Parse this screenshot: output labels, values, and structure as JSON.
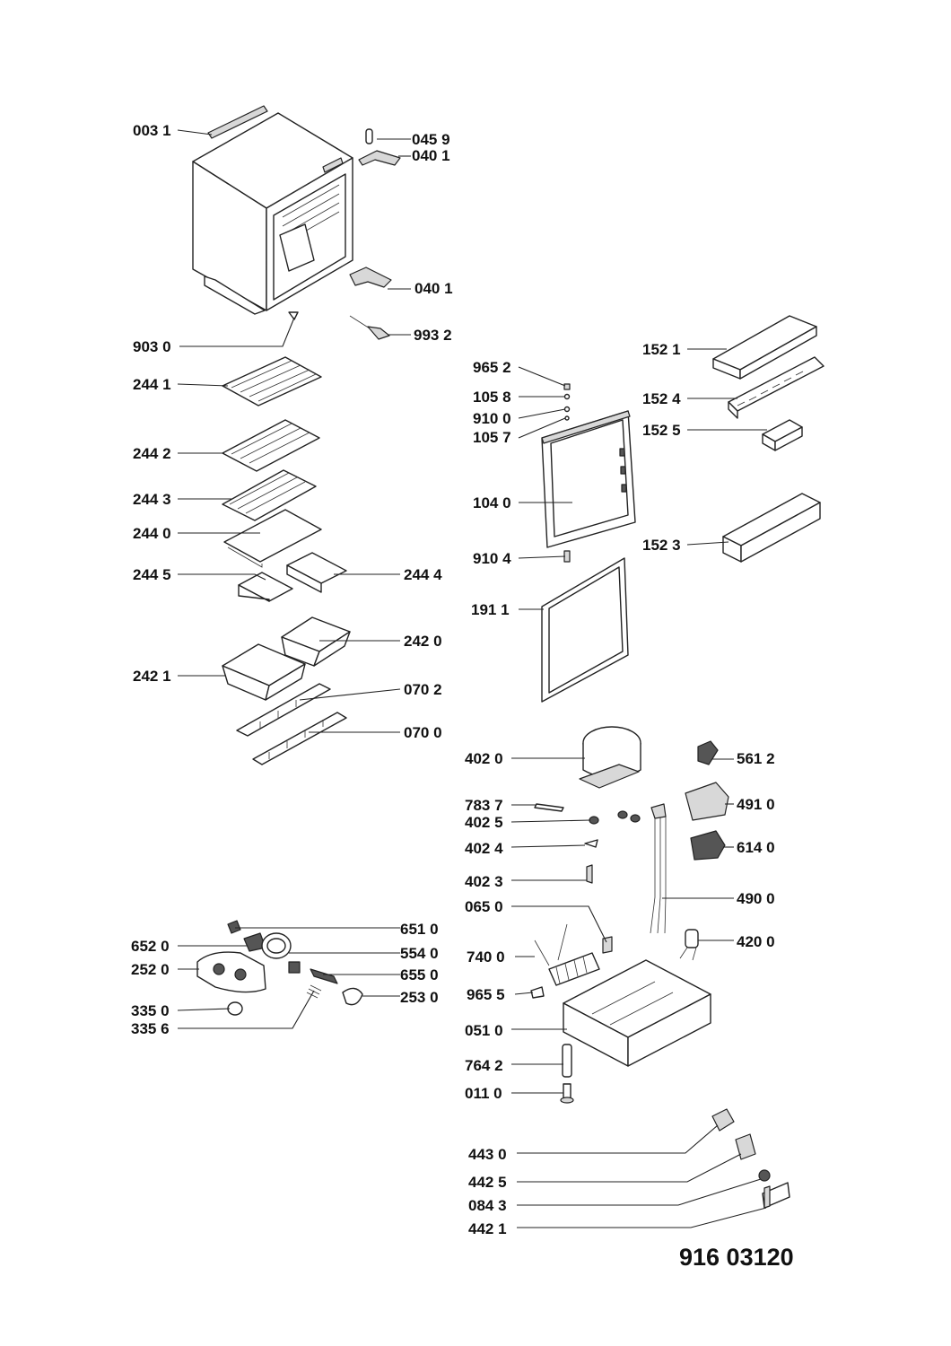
{
  "diagram_reference": "916 03120",
  "parts": [
    {
      "id": "p0031",
      "label": "003 1"
    },
    {
      "id": "p0459",
      "label": "045 9"
    },
    {
      "id": "p0401a",
      "label": "040 1"
    },
    {
      "id": "p0401b",
      "label": "040 1"
    },
    {
      "id": "p9932",
      "label": "993 2"
    },
    {
      "id": "p9030",
      "label": "903 0"
    },
    {
      "id": "p2441",
      "label": "244 1"
    },
    {
      "id": "p2442",
      "label": "244 2"
    },
    {
      "id": "p2443",
      "label": "244 3"
    },
    {
      "id": "p2440",
      "label": "244 0"
    },
    {
      "id": "p2445",
      "label": "244 5"
    },
    {
      "id": "p2444",
      "label": "244 4"
    },
    {
      "id": "p2420",
      "label": "242 0"
    },
    {
      "id": "p2421",
      "label": "242 1"
    },
    {
      "id": "p0702",
      "label": "070 2"
    },
    {
      "id": "p0700",
      "label": "070 0"
    },
    {
      "id": "p9652",
      "label": "965 2"
    },
    {
      "id": "p1058",
      "label": "105 8"
    },
    {
      "id": "p9100",
      "label": "910 0"
    },
    {
      "id": "p1057",
      "label": "105 7"
    },
    {
      "id": "p1040",
      "label": "104 0"
    },
    {
      "id": "p9104",
      "label": "910 4"
    },
    {
      "id": "p1911",
      "label": "191 1"
    },
    {
      "id": "p1521",
      "label": "152 1"
    },
    {
      "id": "p1524",
      "label": "152 4"
    },
    {
      "id": "p1525",
      "label": "152 5"
    },
    {
      "id": "p1523",
      "label": "152 3"
    },
    {
      "id": "p4020",
      "label": "402 0"
    },
    {
      "id": "p5612",
      "label": "561 2"
    },
    {
      "id": "p7837",
      "label": "783 7"
    },
    {
      "id": "p4910",
      "label": "491 0"
    },
    {
      "id": "p4025",
      "label": "402 5"
    },
    {
      "id": "p4024",
      "label": "402 4"
    },
    {
      "id": "p6140",
      "label": "614 0"
    },
    {
      "id": "p4023",
      "label": "402 3"
    },
    {
      "id": "p4900",
      "label": "490 0"
    },
    {
      "id": "p0650",
      "label": "065 0"
    },
    {
      "id": "p4200",
      "label": "420 0"
    },
    {
      "id": "p7400",
      "label": "740 0"
    },
    {
      "id": "p9655",
      "label": "965 5"
    },
    {
      "id": "p0510",
      "label": "051 0"
    },
    {
      "id": "p7642",
      "label": "764 2"
    },
    {
      "id": "p0110",
      "label": "011 0"
    },
    {
      "id": "p6510",
      "label": "651 0"
    },
    {
      "id": "p6520",
      "label": "652 0"
    },
    {
      "id": "p5540",
      "label": "554 0"
    },
    {
      "id": "p2520",
      "label": "252 0"
    },
    {
      "id": "p6550",
      "label": "655 0"
    },
    {
      "id": "p2530",
      "label": "253 0"
    },
    {
      "id": "p3350",
      "label": "335 0"
    },
    {
      "id": "p3356",
      "label": "335 6"
    },
    {
      "id": "p4430",
      "label": "443 0"
    },
    {
      "id": "p4425",
      "label": "442 5"
    },
    {
      "id": "p0843",
      "label": "084 3"
    },
    {
      "id": "p4421",
      "label": "442 1"
    }
  ]
}
